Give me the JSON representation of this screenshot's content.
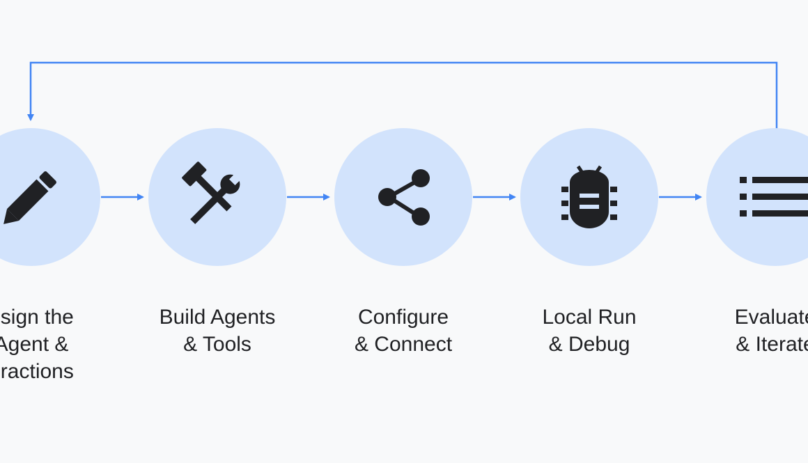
{
  "colors": {
    "background": "#f8f9fa",
    "circle_fill": "#d2e3fc",
    "arrow": "#4285f4",
    "icon": "#202124",
    "text": "#202124"
  },
  "steps": [
    {
      "label": "esign the\nAgent &\neractions",
      "icon": "pencil-icon"
    },
    {
      "label": "Build Agents\n& Tools",
      "icon": "tools-icon"
    },
    {
      "label": "Configure\n& Connect",
      "icon": "share-icon"
    },
    {
      "label": "Local Run\n& Debug",
      "icon": "bug-icon"
    },
    {
      "label": "Evaluate\n& Iterate",
      "icon": "list-icon"
    }
  ]
}
